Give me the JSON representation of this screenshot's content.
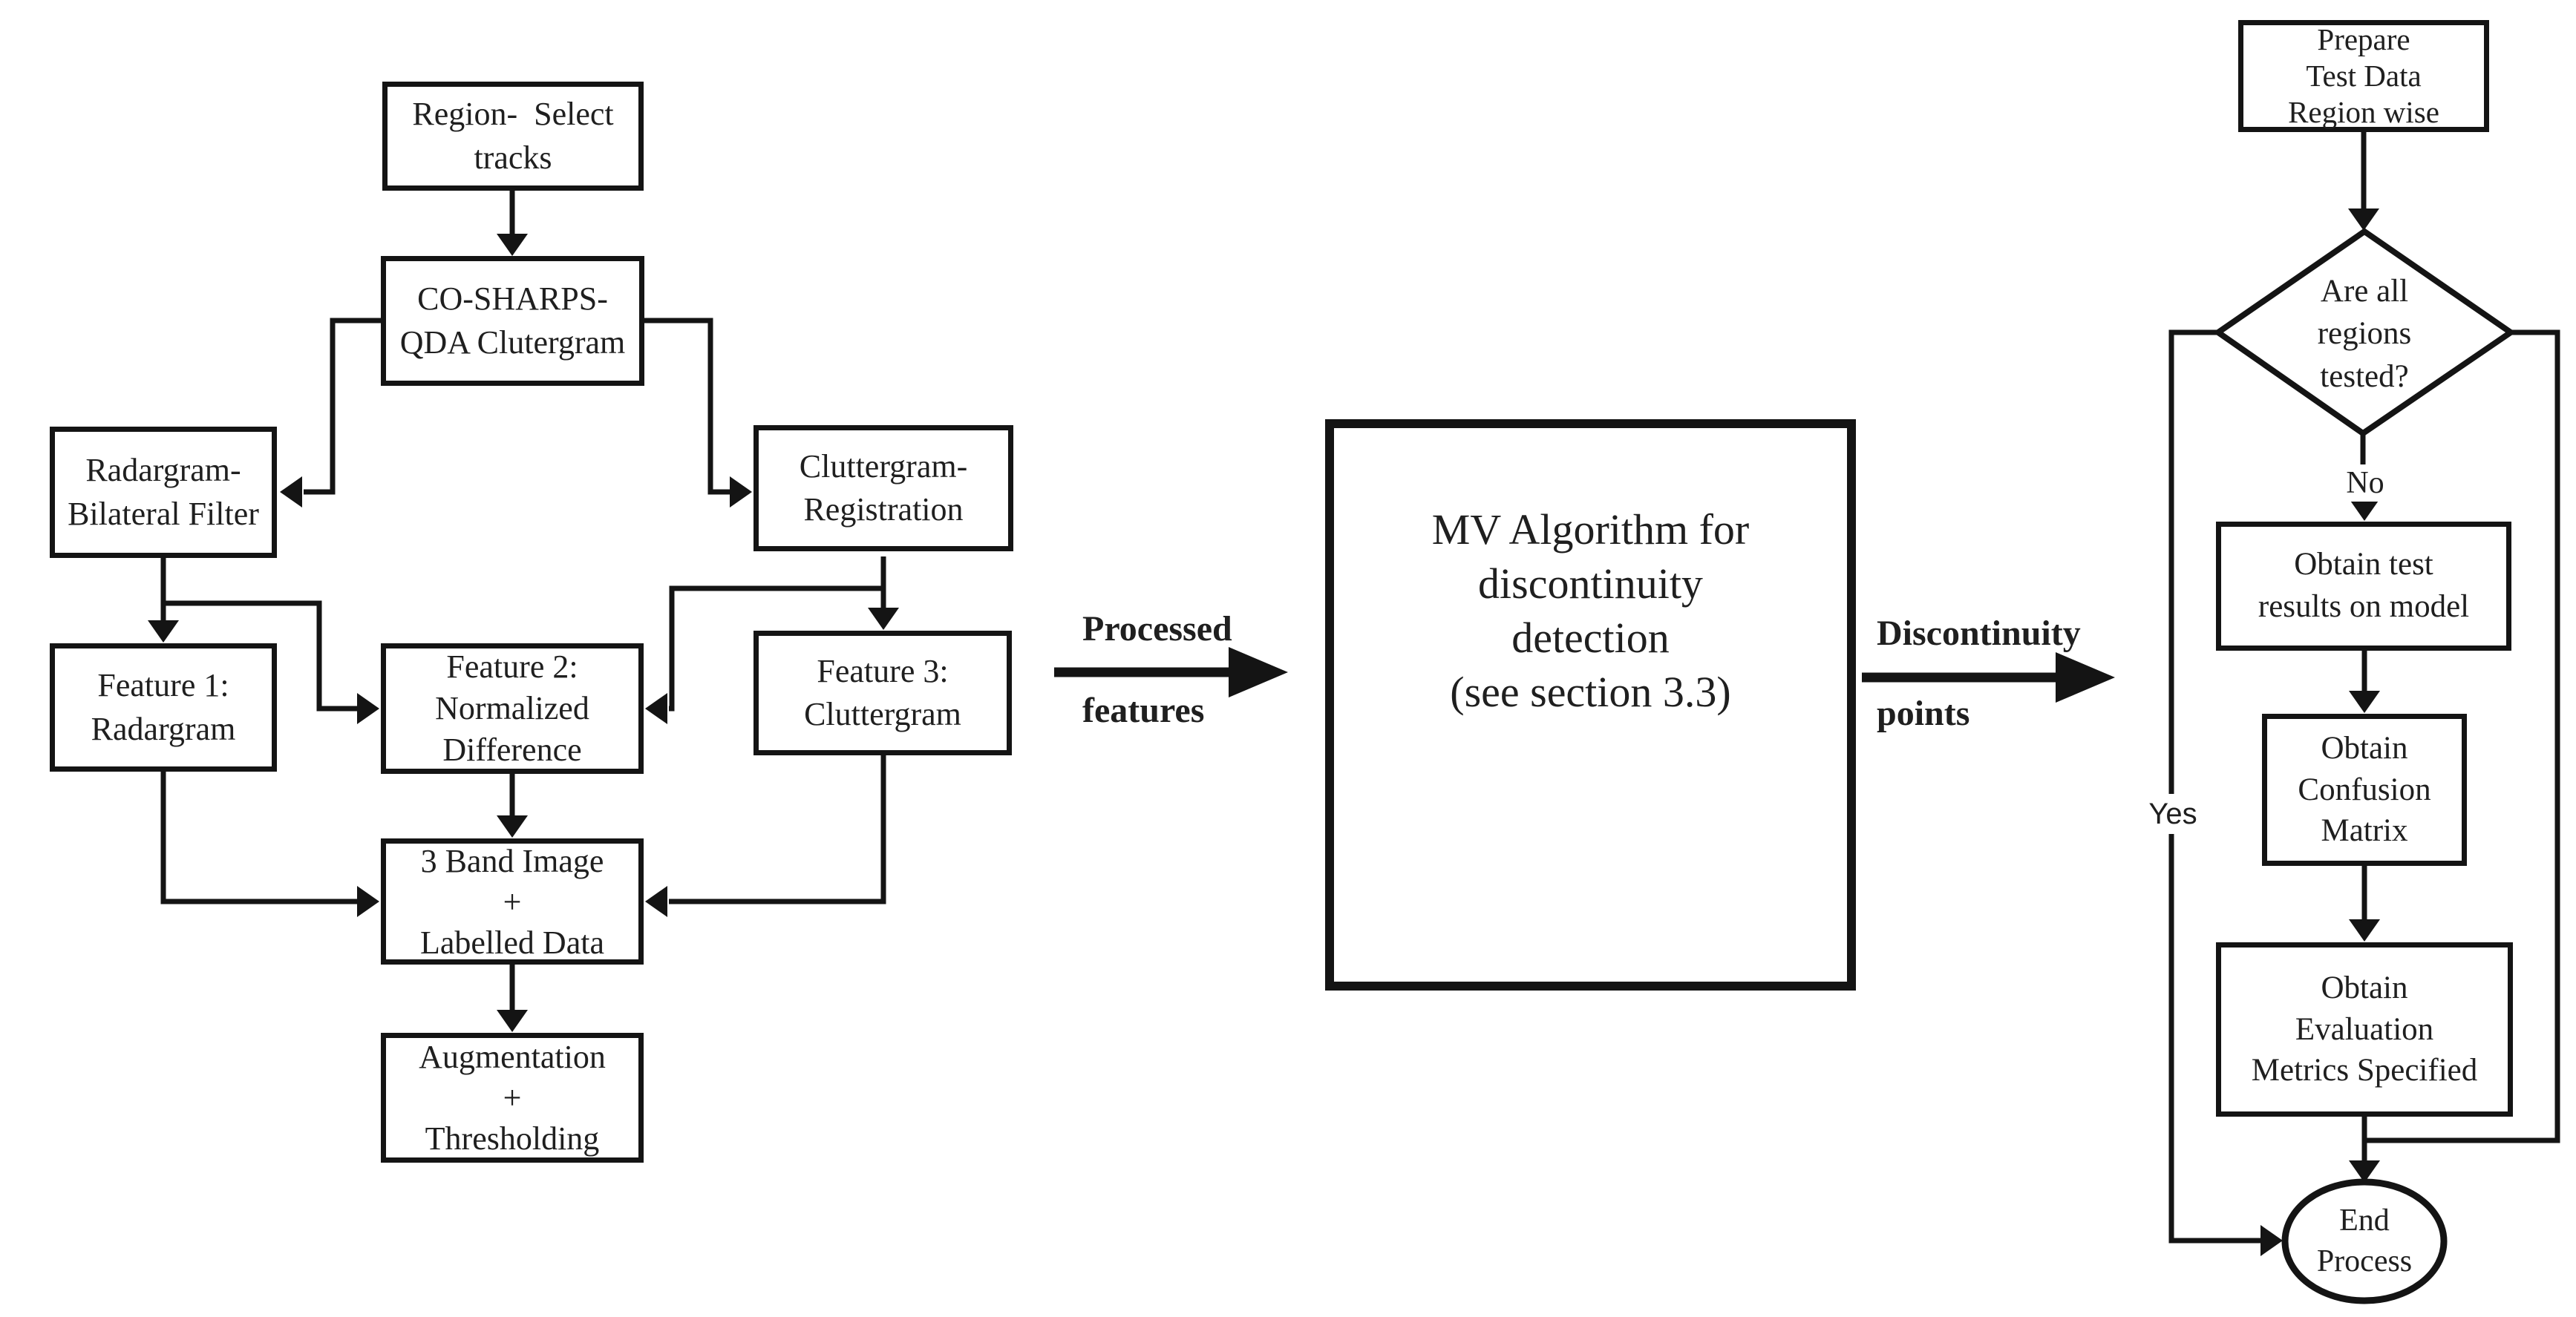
{
  "figure": {
    "type": "flowchart",
    "description_visible_only": "three-part process flow diagram"
  },
  "colors": {
    "line": "#141414",
    "text": "#1f1f1f",
    "background": "#ffffff"
  },
  "left_chart": {
    "region_select": [
      "Region-  Select",
      "tracks"
    ],
    "cosharps": [
      "CO-SHARPS-",
      "QDA Clutergram"
    ],
    "radargram": [
      "Radargram-",
      "Bilateral Filter"
    ],
    "cluttergram_registration": [
      "Cluttergram-",
      "Registration"
    ],
    "feature1": [
      "Feature 1:",
      "Radargram"
    ],
    "feature2": [
      "Feature 2:",
      "Normalized",
      "Difference"
    ],
    "feature3": [
      "Feature 3:",
      "Cluttergram"
    ],
    "band_image": [
      "3 Band Image",
      "+",
      "Labelled Data"
    ],
    "augmentation": [
      "Augmentation",
      "+",
      "Thresholding"
    ]
  },
  "middle": {
    "mv_box": [
      "MV Algorithm for",
      "discontinuity",
      "detection",
      "(see section 3.3)"
    ],
    "processed_label_top": "Processed",
    "processed_label_bottom": "features",
    "discontinuity_label_top": "Discontinuity",
    "discontinuity_label_bottom": "points"
  },
  "right_chart": {
    "prepare": [
      "Prepare",
      "Test Data",
      "Region wise"
    ],
    "decision": [
      "Are all",
      "regions",
      "tested?"
    ],
    "no_label": "No",
    "yes_label": "Yes",
    "obtain_test": [
      "Obtain test",
      "results on model"
    ],
    "confusion": [
      "Obtain",
      "Confusion",
      "Matrix"
    ],
    "metrics": [
      "Obtain",
      "Evaluation",
      "Metrics Specified"
    ],
    "end": [
      "End",
      "Process"
    ]
  }
}
